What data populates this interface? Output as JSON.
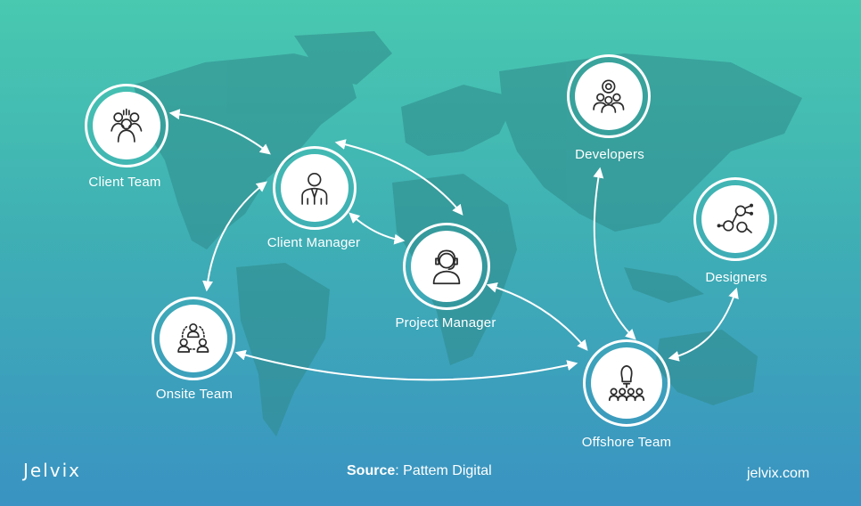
{
  "nodes": {
    "client_team": {
      "label": "Client Team",
      "icon": "group-of-people-icon"
    },
    "client_manager": {
      "label": "Client Manager",
      "icon": "businessman-icon"
    },
    "project_manager": {
      "label": "Project Manager",
      "icon": "headset-operator-icon"
    },
    "onsite_team": {
      "label": "Onsite Team",
      "icon": "team-network-icon"
    },
    "developers": {
      "label": "Developers",
      "icon": "gear-team-icon"
    },
    "designers": {
      "label": "Designers",
      "icon": "connected-people-icon"
    },
    "offshore_team": {
      "label": "Offshore Team",
      "icon": "idea-team-icon"
    }
  },
  "connections": [
    [
      "client_team",
      "client_manager"
    ],
    [
      "client_manager",
      "project_manager"
    ],
    [
      "client_manager",
      "onsite_team"
    ],
    [
      "client_manager",
      "project_manager"
    ],
    [
      "project_manager",
      "offshore_team"
    ],
    [
      "onsite_team",
      "offshore_team"
    ],
    [
      "developers",
      "offshore_team"
    ],
    [
      "designers",
      "offshore_team"
    ]
  ],
  "footer": {
    "brand": "Jelvix",
    "source_label": "Source",
    "source_text": ": Pattem Digital",
    "site": "jelvix.com"
  },
  "colors": {
    "gradient_top": "#49c9b0",
    "gradient_bottom": "#3a93c2",
    "map": "#2f8e86",
    "node": "#ffffff"
  }
}
